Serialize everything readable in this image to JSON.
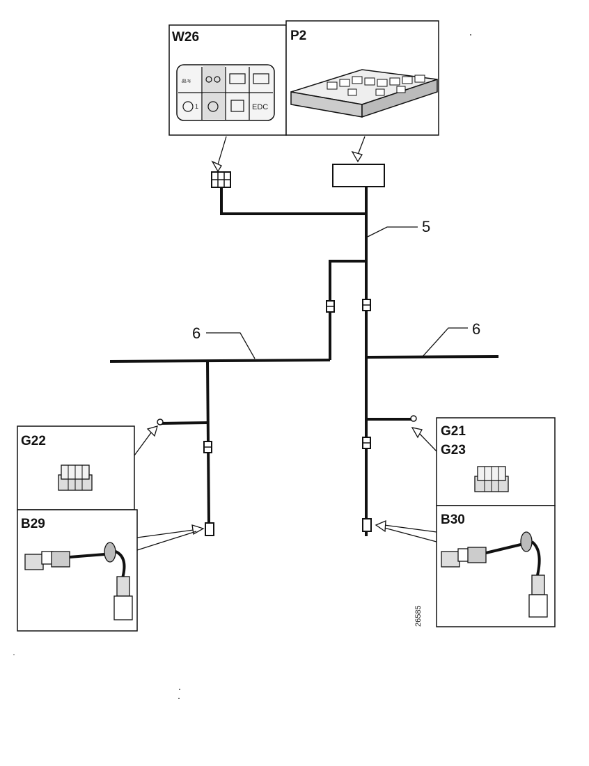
{
  "components": {
    "w26": {
      "label": "W26",
      "icon": "switch-panel-icon",
      "edc": "EDC"
    },
    "p2": {
      "label": "P2",
      "icon": "fuse-relay-board-icon"
    },
    "g22": {
      "label": "G22",
      "icon": "temperature-sensor-icon"
    },
    "g21": {
      "label": "G21"
    },
    "g23": {
      "label": "G23",
      "icon": "temperature-sensor-icon"
    },
    "b29": {
      "label": "B29",
      "icon": "speed-sensor-icon"
    },
    "b30": {
      "label": "B30",
      "icon": "speed-sensor-icon"
    }
  },
  "harness": {
    "main": "5",
    "cross_left": "6",
    "cross_right": "6"
  },
  "drawing_number": "26585",
  "colors": {
    "line": "#111111",
    "paper": "#ffffff"
  }
}
